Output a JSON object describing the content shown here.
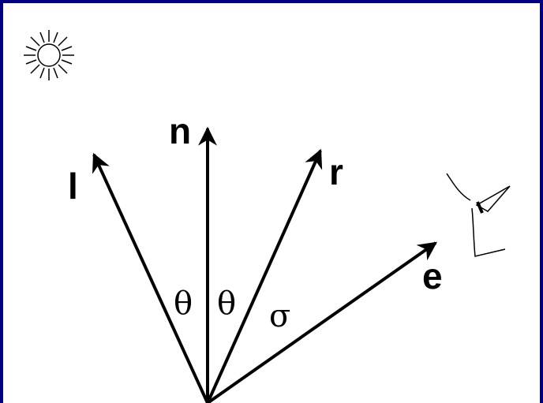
{
  "labels": {
    "light": "l",
    "normal": "n",
    "reflect": "r",
    "eye": "e",
    "theta_left": "θ",
    "theta_right": "θ",
    "sigma": "σ"
  },
  "icons": {
    "light_source": "sun-icon",
    "viewer": "eye-icon"
  },
  "colors": {
    "frame": "#000080",
    "ink": "#000000",
    "background": "#ffffff"
  }
}
